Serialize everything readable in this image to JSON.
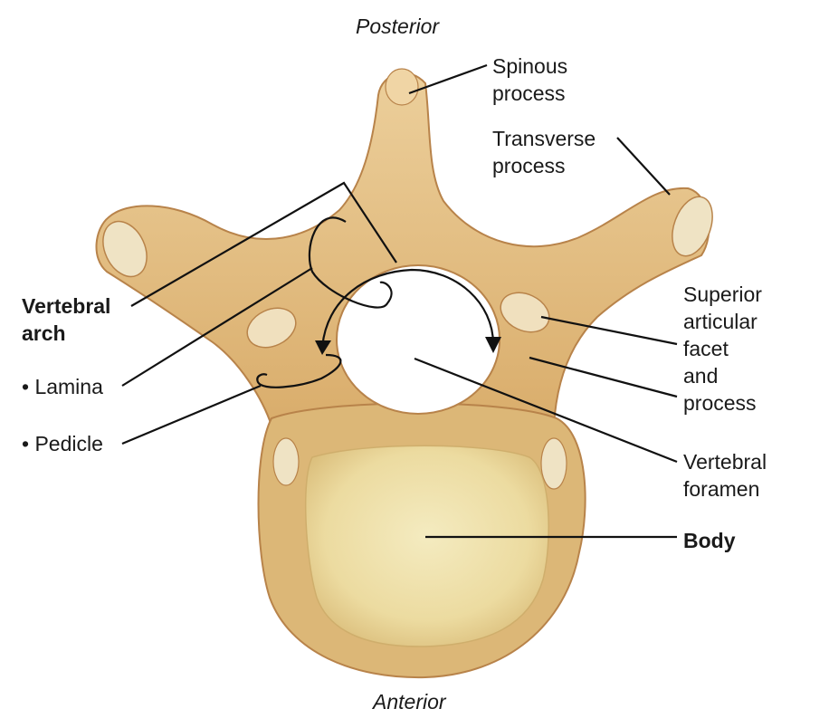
{
  "orientation": {
    "top": "Posterior",
    "bottom": "Anterior"
  },
  "labels": {
    "spinous": [
      "Spinous",
      "process"
    ],
    "transverse": [
      "Transverse",
      "process"
    ],
    "superior": [
      "Superior",
      "articular",
      "facet",
      "and",
      "process"
    ],
    "vertebral_foramen": [
      "Vertebral",
      "foramen"
    ],
    "body": "Body",
    "vertebral_arch": [
      "Vertebral",
      "arch"
    ],
    "lamina": "• Lamina",
    "pedicle": "• Pedicle"
  },
  "colors": {
    "bone": "#e9c58e",
    "bone_shadow": "#c9954f",
    "body_face": "#efe2a6",
    "facet": "#efdcb6",
    "leader_line": "#111111"
  }
}
